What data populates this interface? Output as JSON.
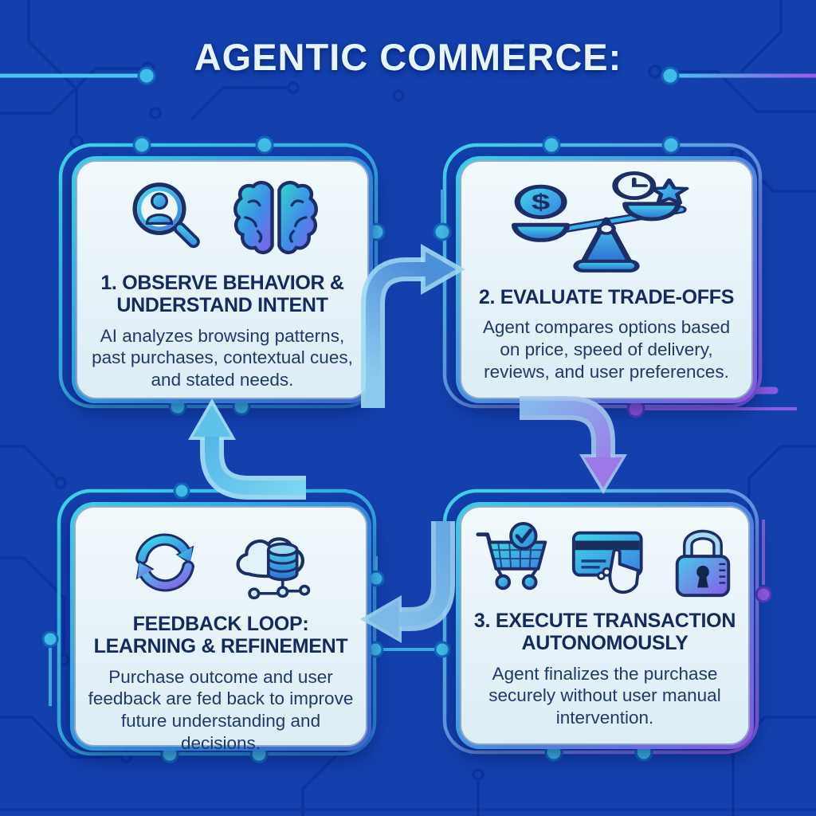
{
  "title": "AGENTIC COMMERCE:",
  "steps": [
    {
      "id": "observe",
      "heading": "1. OBSERVE BEHAVIOR & UNDERSTAND INTENT",
      "body": "AI analyzes browsing patterns, past purchases, contextual cues, and stated needs.",
      "icons": [
        "user-search-icon",
        "brain-icon"
      ]
    },
    {
      "id": "evaluate",
      "heading": "2. EVALUATE TRADE-OFFS",
      "body": "Agent compares options based on price, speed of delivery, reviews, and user preferences.",
      "icons": [
        "balance-scale-icon",
        "dollar-coin-icon",
        "clock-icon",
        "star-icon"
      ]
    },
    {
      "id": "execute",
      "heading": "3. EXECUTE TRANSACTION AUTONOMOUSLY",
      "body": "Agent finalizes the purchase securely without user manual intervention.",
      "icons": [
        "cart-check-icon",
        "card-payment-icon",
        "padlock-icon"
      ]
    },
    {
      "id": "feedback",
      "heading": "FEEDBACK LOOP: LEARNING & REFINEMENT",
      "body": "Purchase outcome and user feedback are fed back to improve future understanding and decisions.",
      "icons": [
        "refresh-loop-icon",
        "cloud-database-icon"
      ]
    }
  ],
  "flow_arrows": [
    "step1-to-step2",
    "step2-to-step3",
    "step3-to-step4",
    "step4-to-step1"
  ],
  "glyphs": {
    "dollar": "$"
  },
  "colors": {
    "background": "#1340ad",
    "card_fill": "#e9f4f9",
    "card_border_cyan": "#3ad0ea",
    "card_border_blue": "#2e7ed8",
    "card_border_purple": "#8a56e2",
    "heading_text": "#142a5e",
    "body_text": "#21386b",
    "title_text": "#e6f4fb",
    "arrow_blue": "#4f97dd",
    "arrow_purple": "#9d79e8",
    "dot_cyan": "#41bbe8",
    "circuit_trace_dark": "#0b33a0"
  }
}
